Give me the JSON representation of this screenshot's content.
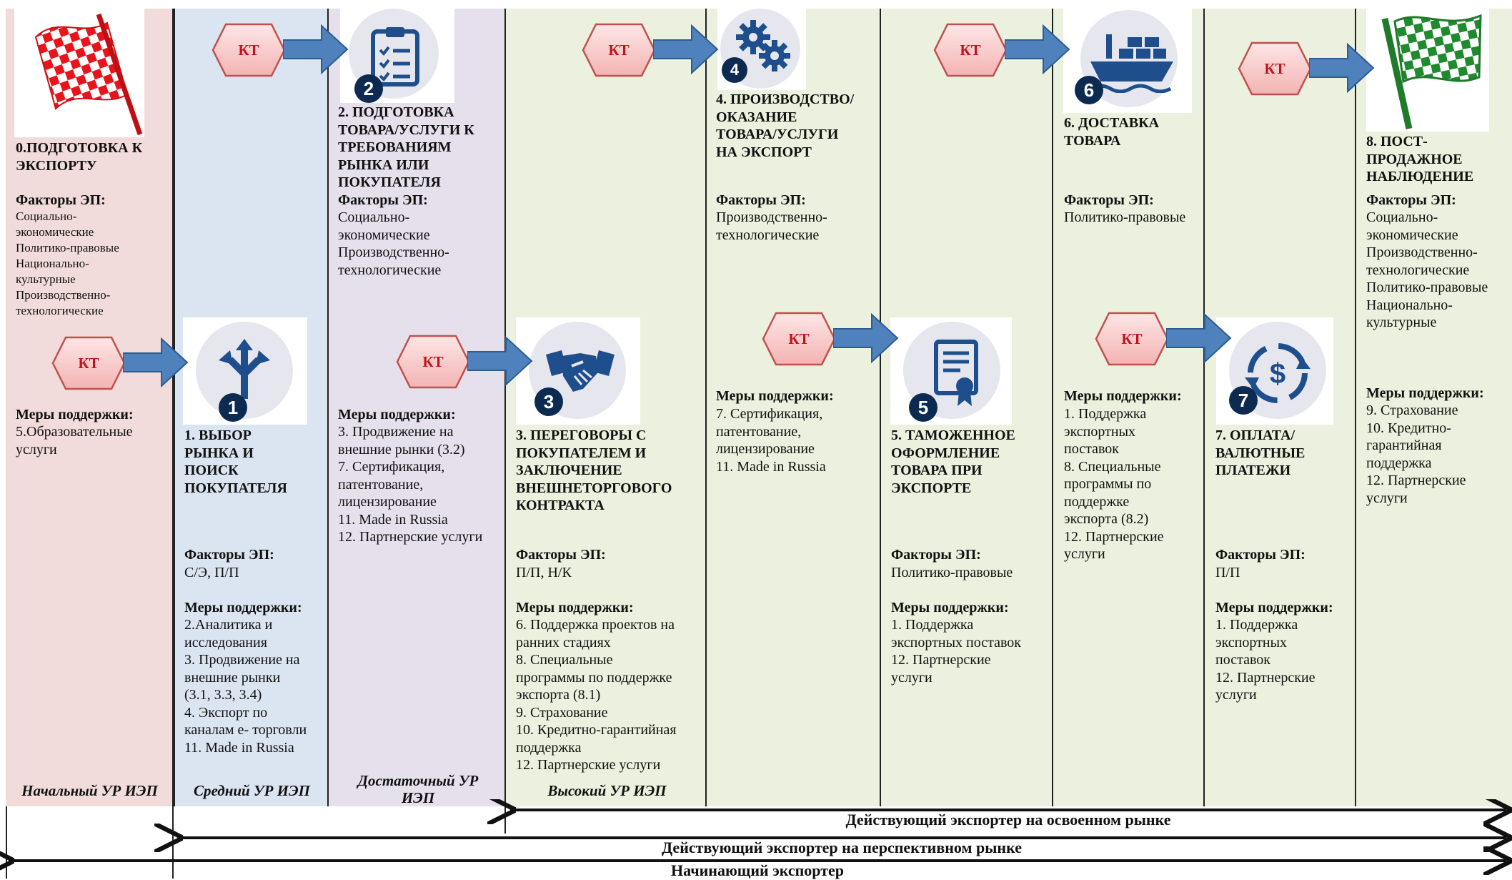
{
  "kt_label": "КТ",
  "stages": [
    {
      "title": "0.ПОДГОТОВКА К\nЭКСПОРТУ",
      "factors_header": "Факторы ЭП:",
      "factors": "Социально-\nэкономические\nПолитико-правовые\nНационально-\nкультурные\nПроизводственно-\nтехнологические",
      "measures_header": "Меры поддержки:",
      "measures": "5.Образовательные\nуслуги"
    },
    {
      "number": "1",
      "title": "1. ВЫБОР\nРЫНКА И\nПОИСК\nПОКУПАТЕЛЯ",
      "factors_header": "Факторы ЭП:",
      "factors": "С/Э, П/П",
      "measures_header": "Меры поддержки:",
      "measures": "2.Аналитика и\nисследования\n3. Продвижение на\nвнешние рынки\n(3.1, 3.3, 3.4)\n4. Экспорт по\nканалам е- торговли\n11. Made in Russia"
    },
    {
      "number": "2",
      "title": "2. ПОДГОТОВКА\nТОВАРА/УСЛУГИ К\nТРЕБОВАНИЯМ\nРЫНКА ИЛИ\nПОКУПАТЕЛЯ",
      "factors_header": "Факторы ЭП:",
      "factors": "Социально-\nэкономические\nПроизводственно-\nтехнологические",
      "measures_header": "Меры поддержки:",
      "measures": "3. Продвижение на\nвнешние рынки  (3.2)\n7. Сертификация,\nпатентование,\nлицензирование\n11. Made in Russia\n12. Партнерские услуги"
    },
    {
      "number": "3",
      "title": "3. ПЕРЕГОВОРЫ С\nПОКУПАТЕЛЕМ И\nЗАКЛЮЧЕНИЕ\nВНЕШНЕТОРГОВОГО\nКОНТРАКТА",
      "factors_header": "Факторы ЭП:",
      "factors": "П/П, Н/К",
      "measures_header": "Меры поддержки:",
      "measures": "6. Поддержка проектов на\nранних стадиях\n8. Специальные\nпрограммы по поддержке\nэкспорта (8.1)\n9. Страхование\n10. Кредитно-гарантийная\nподдержка\n12. Партнерские услуги"
    },
    {
      "number": "4",
      "title": "4. ПРОИЗВОДСТВО/\nОКАЗАНИЕ\nТОВАРА/УСЛУГИ\nНА ЭКСПОРТ",
      "factors_header": "Факторы ЭП:",
      "factors": "Производственно-\nтехнологические",
      "measures_header": "Меры поддержки:",
      "measures": "7. Сертификация,\nпатентование,\nлицензирование\n11. Made in Russia"
    },
    {
      "number": "5",
      "title": "5. ТАМОЖЕННОЕ\nОФОРМЛЕНИЕ\nТОВАРА ПРИ\nЭКСПОРТЕ",
      "factors_header": "Факторы ЭП:",
      "factors": "Политико-правовые",
      "measures_header": "Меры поддержки:",
      "measures": "1. Поддержка\nэкспортных поставок\n12. Партнерские\nуслуги"
    },
    {
      "number": "6",
      "title": "6. ДОСТАВКА\nТОВАРА",
      "factors_header": "Факторы ЭП:",
      "factors": "Политико-правовые",
      "measures_header": "Меры поддержки:",
      "measures": "1. Поддержка\nэкспортных\nпоставок\n8. Специальные\nпрограммы по\nподдержке\nэкспорта (8.2)\n12. Партнерские\nуслуги"
    },
    {
      "number": "7",
      "title": "7. ОПЛАТА/\nВАЛЮТНЫЕ\nПЛАТЕЖИ",
      "factors_header": "Факторы ЭП:",
      "factors": "П/П",
      "measures_header": "Меры поддержки:",
      "measures": "1. Поддержка\nэкспортных\nпоставок\n12. Партнерские\nуслуги"
    },
    {
      "title": "8. ПОСТ-\nПРОДАЖНОЕ\nНАБЛЮДЕНИЕ",
      "factors_header": "Факторы ЭП:",
      "factors": "Социально-\nэкономические\nПроизводственно-\nтехнологические\nПолитико-правовые\nНационально-\nкультурные",
      "measures_header": "Меры поддержки:",
      "measures": "9. Страхование\n10. Кредитно-\nгарантийная\nподдержка\n12. Партнерские\nуслуги"
    }
  ],
  "levels": [
    "Начальный УР ИЭП",
    "Средний УР ИЭП",
    "Достаточный УР\nИЭП",
    "Высокий УР ИЭП"
  ],
  "exporter_bars": [
    "Действующий экспортер на освоенном рынке",
    "Действующий экспортер на перспективном рынке",
    "Начинающий экспортер"
  ],
  "icons": [
    "start-flag",
    "branching-arrows",
    "clipboard-checklist",
    "handshake",
    "gears",
    "certificate",
    "cargo-ship",
    "currency-cycle",
    "finish-flag"
  ],
  "colors": {
    "pink": "#f2dcdb",
    "blue": "#dbe5f1",
    "lavender": "#e5e0ec",
    "green": "#ebf1de",
    "arrow": "#4f81bd",
    "kt_fill": "#f7c6c6",
    "kt_text": "#c0141a",
    "icon_navy": "#1e4e8c",
    "number_badge": "#0d2a50"
  }
}
